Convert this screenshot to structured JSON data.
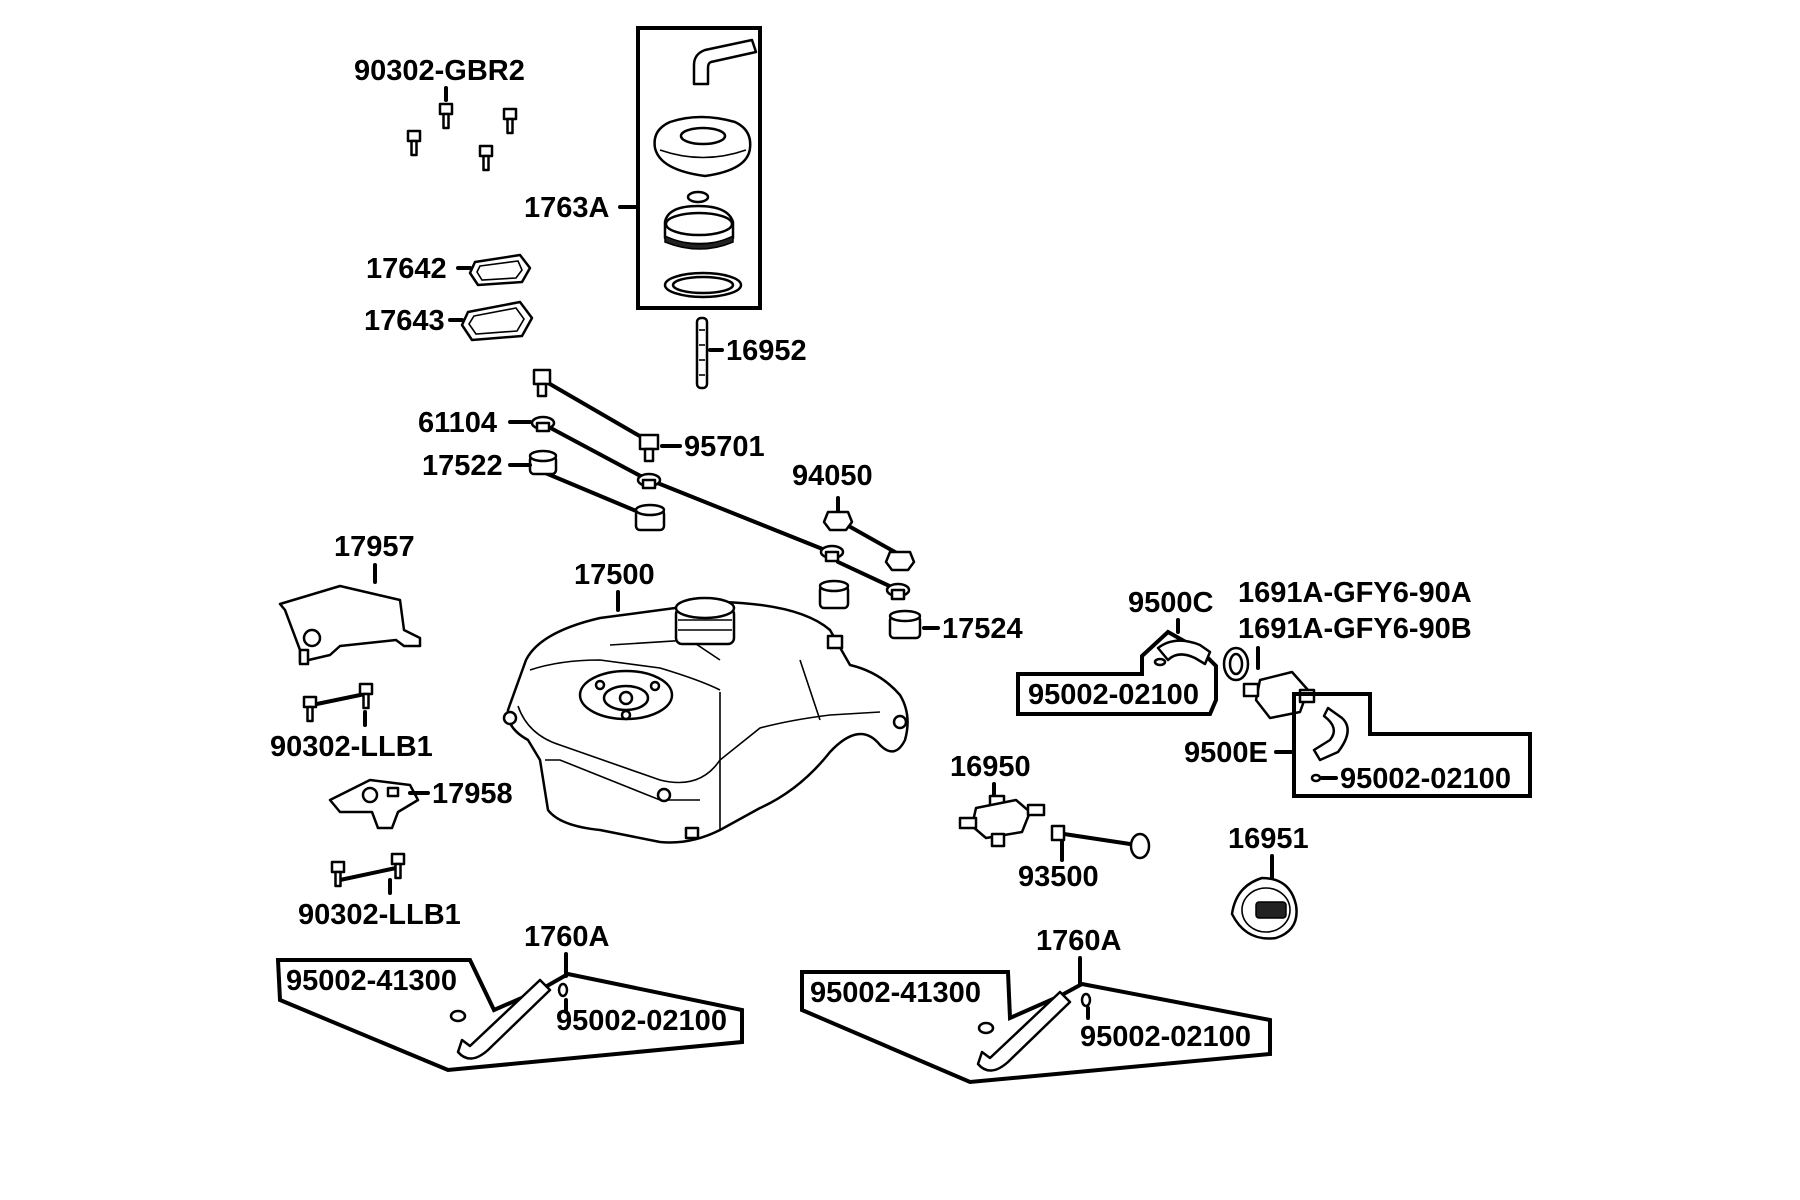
{
  "diagram": {
    "labels": {
      "p90302_gbr2": "90302-GBR2",
      "p1763a": "1763A",
      "p17642": "17642",
      "p17643": "17643",
      "p16952": "16952",
      "p61104": "61104",
      "p95701": "95701",
      "p17522": "17522",
      "p94050": "94050",
      "p17957": "17957",
      "p17500": "17500",
      "p17524": "17524",
      "p9500c": "9500C",
      "p1691a_a": "1691A-GFY6-90A",
      "p1691a_b": "1691A-GFY6-90B",
      "p95002_02100_top": "95002-02100",
      "p9500e": "9500E",
      "p95002_02100_right": "95002-02100",
      "p90302_llb1_a": "90302-LLB1",
      "p17958": "17958",
      "p16950": "16950",
      "p93500": "93500",
      "p16951": "16951",
      "p90302_llb1_b": "90302-LLB1",
      "p1760a_left": "1760A",
      "p95002_41300_left": "95002-41300",
      "p95002_02100_left": "95002-02100",
      "p1760a_right": "1760A",
      "p95002_41300_right": "95002-41300",
      "p95002_02100_bottom_right": "95002-02100"
    }
  }
}
